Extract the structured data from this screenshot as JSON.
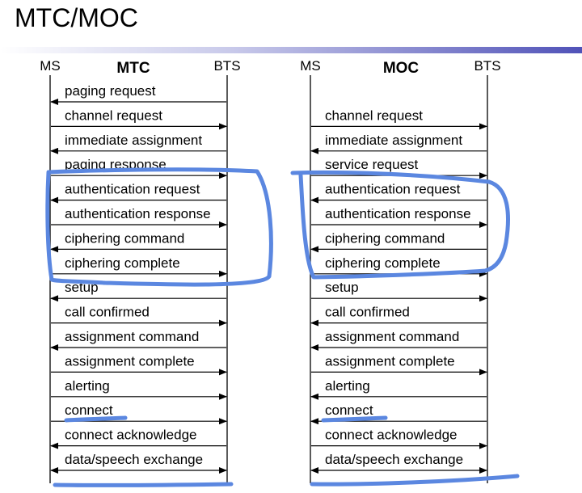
{
  "title": "MTC/MOC",
  "colors": {
    "ink": "#000000",
    "highlight": "#5b87e0",
    "bar_end": "#5052b8"
  },
  "diagrams": [
    {
      "name": "MTC",
      "left_label": "MS",
      "right_label": "BTS",
      "messages": [
        {
          "text": "paging request",
          "dir": "left"
        },
        {
          "text": "channel request",
          "dir": "right"
        },
        {
          "text": "immediate assignment",
          "dir": "left"
        },
        {
          "text": "paging response",
          "dir": "right"
        },
        {
          "text": "authentication request",
          "dir": "left"
        },
        {
          "text": "authentication response",
          "dir": "right"
        },
        {
          "text": "ciphering command",
          "dir": "left"
        },
        {
          "text": "ciphering complete",
          "dir": "right"
        },
        {
          "text": "setup",
          "dir": "left"
        },
        {
          "text": "call confirmed",
          "dir": "right"
        },
        {
          "text": "assignment command",
          "dir": "left"
        },
        {
          "text": "assignment complete",
          "dir": "right"
        },
        {
          "text": "alerting",
          "dir": "right"
        },
        {
          "text": "connect",
          "dir": "right"
        },
        {
          "text": "connect acknowledge",
          "dir": "left"
        },
        {
          "text": "data/speech exchange",
          "dir": "both"
        }
      ]
    },
    {
      "name": "MOC",
      "left_label": "MS",
      "right_label": "BTS",
      "messages": [
        {
          "text": "",
          "dir": "none"
        },
        {
          "text": "channel request",
          "dir": "right"
        },
        {
          "text": "immediate assignment",
          "dir": "left"
        },
        {
          "text": "service request",
          "dir": "right"
        },
        {
          "text": "authentication request",
          "dir": "left"
        },
        {
          "text": "authentication response",
          "dir": "right"
        },
        {
          "text": "ciphering command",
          "dir": "left"
        },
        {
          "text": "ciphering complete",
          "dir": "right"
        },
        {
          "text": "setup",
          "dir": "right"
        },
        {
          "text": "call confirmed",
          "dir": "left"
        },
        {
          "text": "assignment command",
          "dir": "left"
        },
        {
          "text": "assignment complete",
          "dir": "right"
        },
        {
          "text": "alerting",
          "dir": "left"
        },
        {
          "text": "connect",
          "dir": "left"
        },
        {
          "text": "connect acknowledge",
          "dir": "right"
        },
        {
          "text": "data/speech exchange",
          "dir": "both"
        }
      ]
    }
  ]
}
